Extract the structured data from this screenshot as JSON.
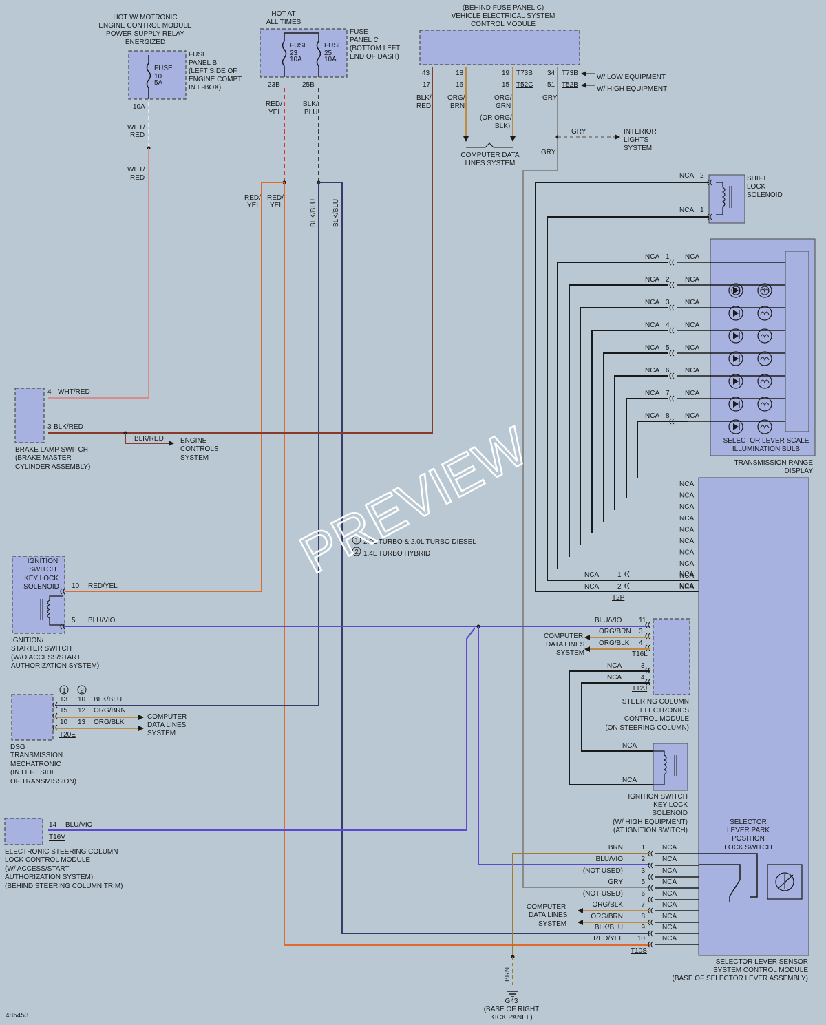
{
  "top": {
    "hot_motronic": [
      "HOT W/ MOTRONIC",
      "ENGINE CONTROL MODULE",
      "POWER SUPPLY RELAY",
      "ENERGIZED"
    ],
    "hot_all": [
      "HOT AT",
      "ALL TIMES"
    ],
    "behind_fuse": [
      "(BEHIND FUSE PANEL C)",
      "VEHICLE ELECTRICAL SYSTEM",
      "CONTROL MODULE"
    ]
  },
  "fuse_b": {
    "fuse": "FUSE",
    "num": "10",
    "amp": "5A",
    "desc": [
      "FUSE",
      "PANEL B",
      "(LEFT SIDE OF",
      "ENGINE COMPT,",
      "IN E-BOX)"
    ],
    "pin": "10A"
  },
  "fuse_c": {
    "f1": "FUSE",
    "n1": "23",
    "a1": "10A",
    "f2": "FUSE",
    "n2": "25",
    "a2": "10A",
    "desc": [
      "FUSE",
      "PANEL C",
      "(BOTTOM LEFT",
      "END OF DASH)"
    ],
    "p1": "23B",
    "p2": "25B"
  },
  "vesc": {
    "p43": "43",
    "p17": "17",
    "p18": "18",
    "p16": "16",
    "p19": "19",
    "p15": "15",
    "p34": "34",
    "p51": "51",
    "c1": "T73B",
    "c2": "T52C",
    "c3": "T73B",
    "c4": "T52B",
    "low": "W/ LOW EQUIPMENT",
    "high": "W/ HIGH EQUIPMENT"
  },
  "wires": {
    "whtred": [
      "WHT/",
      "RED"
    ],
    "redyel": [
      "RED/",
      "YEL"
    ],
    "blkblu": [
      "BLK/",
      "BLU"
    ],
    "blkred": [
      "BLK/",
      "RED"
    ],
    "orgbrn": [
      "ORG/",
      "BRN"
    ],
    "orggrn": [
      "ORG/",
      "GRN"
    ],
    "orblk": [
      "(OR ORG/",
      "BLK)"
    ],
    "gry": "GRY",
    "whtred2": [
      "WHT/",
      "RED"
    ],
    "redyel_a": [
      "RED/",
      "YEL"
    ],
    "redyel_b": [
      "RED/",
      "YEL"
    ],
    "blkblu_v1": "BLK/BLU",
    "blkblu_v2": "BLK/BLU",
    "brn_v": "BRN"
  },
  "computer_top": [
    "COMPUTER DATA",
    "LINES SYSTEM"
  ],
  "interior": [
    "INTERIOR",
    "LIGHTS",
    "SYSTEM"
  ],
  "gry2": "GRY",
  "shift_lock": {
    "nca1": "NCA",
    "p2": "2",
    "nca2": "NCA",
    "p1": "1",
    "label": [
      "SHIFT",
      "LOCK",
      "SOLENOID"
    ]
  },
  "trd": {
    "rows": [
      {
        "l": "NCA",
        "p": "1",
        "r": "NCA"
      },
      {
        "l": "NCA",
        "p": "2",
        "r": "NCA"
      },
      {
        "l": "NCA",
        "p": "3",
        "r": "NCA"
      },
      {
        "l": "NCA",
        "p": "4",
        "r": "NCA"
      },
      {
        "l": "NCA",
        "p": "5",
        "r": "NCA"
      },
      {
        "l": "NCA",
        "p": "6",
        "r": "NCA"
      },
      {
        "l": "NCA",
        "p": "7",
        "r": "NCA"
      },
      {
        "l": "NCA",
        "p": "8",
        "r": "NCA"
      }
    ],
    "m1": "2",
    "m2": "1",
    "bulb": [
      "SELECTOR LEVER SCALE",
      "ILLUMINATION BULB"
    ],
    "label": [
      "TRANSMISSION RANGE",
      "DISPLAY"
    ]
  },
  "brake": {
    "p4": "4",
    "w4": "WHT/RED",
    "p3": "3",
    "w3": "BLK/RED",
    "w3b": "BLK/RED",
    "label": [
      "BRAKE LAMP SWITCH",
      "(BRAKE MASTER",
      "CYLINDER ASSEMBLY)"
    ],
    "engine": [
      "ENGINE",
      "CONTROLS",
      "SYSTEM"
    ]
  },
  "ssm_nca": [
    "NCA",
    "NCA",
    "NCA",
    "NCA",
    "NCA",
    "NCA",
    "NCA",
    "NCA",
    "NCA",
    "NCA"
  ],
  "t2p": {
    "n1": "NCA",
    "p1": "1",
    "r1": "NCA",
    "n2": "NCA",
    "p2": "2",
    "r2": "NCA",
    "name": "T2P"
  },
  "notes": {
    "m1": "1",
    "n1": "2.0L TURBO & 2.0L TURBO DIESEL",
    "m2": "2",
    "n2": "1.4L TURBO HYBRID"
  },
  "ignsw": {
    "box": [
      "IGNITION",
      "SWITCH",
      "KEY LOCK",
      "SOLENOID"
    ],
    "p10": "10",
    "w10": "RED/YEL",
    "p5": "5",
    "w5": "BLU/VIO",
    "label": [
      "IGNITION/",
      "STARTER SWITCH",
      "(W/O ACCESS/START",
      "AUTHORIZATION SYSTEM)"
    ]
  },
  "sccm": {
    "rows": [
      {
        "w": "BLU/VIO",
        "p": "11"
      },
      {
        "w": "ORG/BRN",
        "p": "3"
      },
      {
        "w": "ORG/BLK",
        "p": "4"
      }
    ],
    "conn": "T16L",
    "n3": "NCA",
    "p3": "3",
    "n4": "NCA",
    "p4": "4",
    "conn2": "T12J",
    "computer": [
      "COMPUTER",
      "DATA LINES",
      "SYSTEM"
    ],
    "label": [
      "STEERING COLUMN",
      "ELECTRONICS",
      "CONTROL MODULE",
      "(ON STEERING COLUMN)"
    ]
  },
  "dsg": {
    "m1": "1",
    "m2": "2",
    "rows": [
      {
        "a": "13",
        "b": "10",
        "w": "BLK/BLU"
      },
      {
        "a": "15",
        "b": "12",
        "w": "ORG/BRN"
      },
      {
        "a": "10",
        "b": "13",
        "w": "ORG/BLK"
      }
    ],
    "conn": "T20E",
    "computer": [
      "COMPUTER",
      "DATA LINES",
      "SYSTEM"
    ],
    "label": [
      "DSG",
      "TRANSMISSION",
      "MECHATRONIC",
      "(IN LEFT SIDE",
      "OF TRANSMISSION)"
    ]
  },
  "iksol": {
    "n1": "NCA",
    "n2": "NCA",
    "label": [
      "IGNITION SWITCH",
      "KEY LOCK",
      "SOLENOID",
      "(W/ HIGH EQUIPMENT)",
      "(AT IGNITION SWITCH)"
    ]
  },
  "escl": {
    "p": "14",
    "w": "BLU/VIO",
    "conn": "T16V",
    "label": [
      "ELECTRONIC STEERING COLUMN",
      "LOCK CONTROL MODULE",
      "(W/ ACCESS/START",
      "AUTHORIZATION SYSTEM)",
      "(BEHIND STEERING COLUMN TRIM)"
    ]
  },
  "slpl": [
    "SELECTOR",
    "LEVER PARK",
    "POSITION",
    "LOCK SWITCH"
  ],
  "t10s": {
    "rows": [
      {
        "w": "BRN",
        "p": "1",
        "r": "NCA"
      },
      {
        "w": "BLU/VIO",
        "p": "2",
        "r": "NCA"
      },
      {
        "w": "(NOT USED)",
        "p": "3",
        "r": "NCA"
      },
      {
        "w": "GRY",
        "p": "5",
        "r": "NCA"
      },
      {
        "w": "(NOT USED)",
        "p": "6",
        "r": "NCA"
      },
      {
        "w": "ORG/BLK",
        "p": "7",
        "r": "NCA"
      },
      {
        "w": "ORG/BRN",
        "p": "8",
        "r": "NCA"
      },
      {
        "w": "BLK/BLU",
        "p": "9",
        "r": "NCA"
      },
      {
        "w": "RED/YEL",
        "p": "10",
        "r": "NCA"
      }
    ],
    "conn": "T10S",
    "computer": [
      "COMPUTER",
      "DATA LINES",
      "SYSTEM"
    ],
    "label": [
      "SELECTOR LEVER SENSOR",
      "SYSTEM CONTROL MODULE",
      "(BASE OF SELECTOR LEVER ASSEMBLY)"
    ]
  },
  "ground": {
    "name": "G43",
    "desc": [
      "(BASE OF RIGHT",
      "KICK PANEL)"
    ]
  },
  "figure_id": "485453",
  "watermark": "PREVIEW"
}
